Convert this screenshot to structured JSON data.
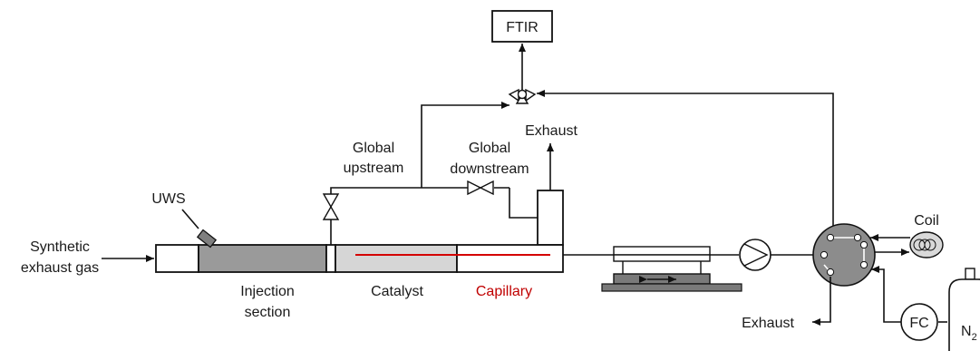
{
  "labels": {
    "ftir": "FTIR",
    "exhaust_top": "Exhaust",
    "global_upstream_1": "Global",
    "global_upstream_2": "upstream",
    "global_downstream_1": "Global",
    "global_downstream_2": "downstream",
    "uws": "UWS",
    "synthetic_1": "Synthetic",
    "synthetic_2": "exhaust gas",
    "injection_1": "Injection",
    "injection_2": "section",
    "catalyst": "Catalyst",
    "capillary": "Capillary",
    "coil": "Coil",
    "exhaust_bottom": "Exhaust",
    "fc": "FC",
    "n2": "N",
    "n2_sub": "2"
  },
  "colors": {
    "injection_fill": "#9a9a9a",
    "catalyst_fill": "#d6d6d6",
    "capillary_line": "#d40000",
    "valve_fill": "#7f7f7f",
    "stage_fill": "#7a7a7a",
    "capillary_label": "#c00000"
  }
}
